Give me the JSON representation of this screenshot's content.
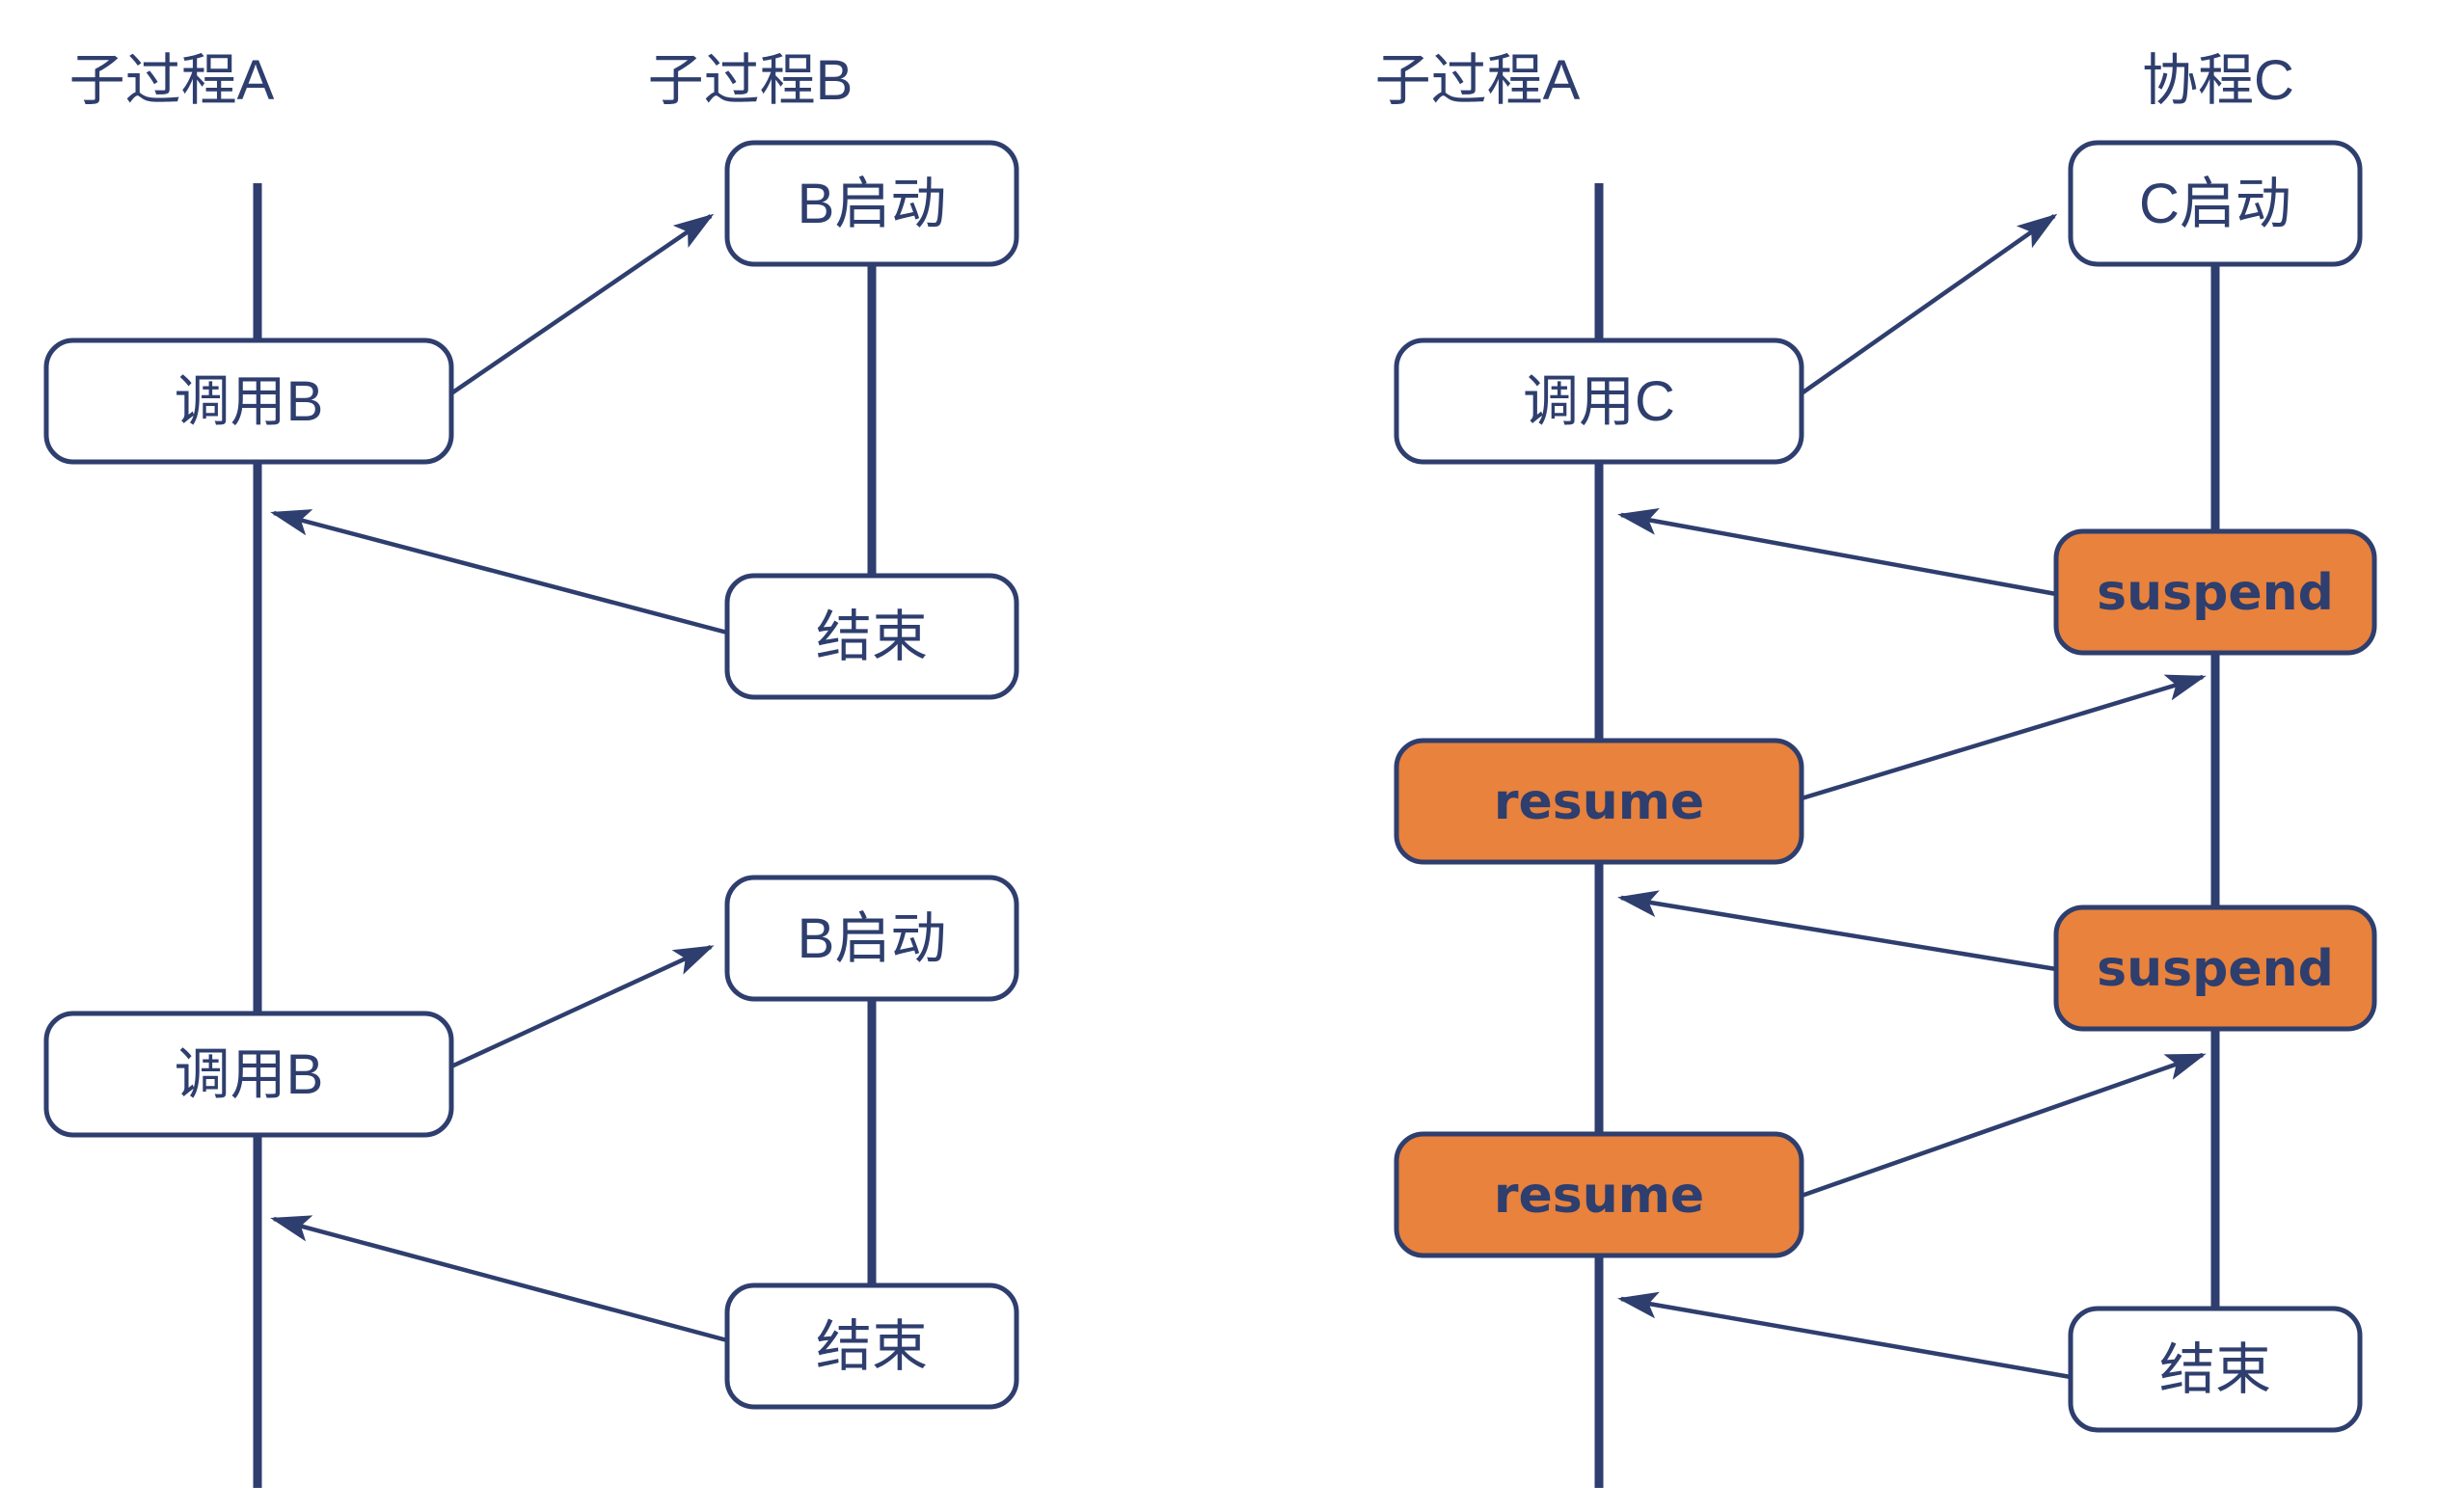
{
  "diagram_type": "sequence-diagram-comparison",
  "colors": {
    "navy": "#2e3e6e",
    "orange": "#e8823c",
    "background": "#ffffff"
  },
  "left_diagram": {
    "header_left": "子过程A",
    "header_right": "子过程B",
    "box_b_start_1": "B启动",
    "box_call_b_1": "调用B",
    "box_end_1": "结束",
    "box_b_start_2": "B启动",
    "box_call_b_2": "调用B",
    "box_end_2": "结束"
  },
  "right_diagram": {
    "header_left": "子过程A",
    "header_right": "协程C",
    "box_c_start": "C启动",
    "box_call_c": "调用C",
    "box_suspend_1": "suspend",
    "box_resume_1": "resume",
    "box_suspend_2": "suspend",
    "box_resume_2": "resume",
    "box_end": "结束"
  }
}
